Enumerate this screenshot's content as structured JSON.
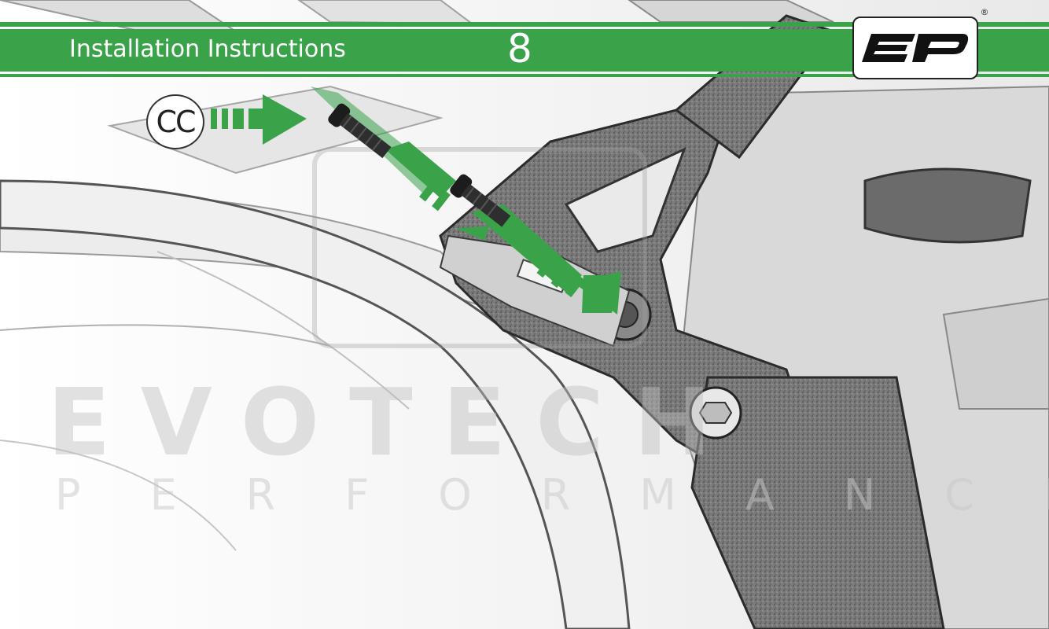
{
  "header": {
    "title": "Installation Instructions",
    "step_number": "8"
  },
  "logo": {
    "text": "EP",
    "registered_mark": "®"
  },
  "part": {
    "label": "CC"
  },
  "watermark": {
    "word": "EVOTECH",
    "sub": "PERFORMANCE"
  },
  "colors": {
    "accent_green": "#3aa34a",
    "arrow_green": "#3aa34a"
  },
  "icons": [
    "registered-icon",
    "arrow-right-icon",
    "bolt-icon",
    "install-arrow-icon"
  ]
}
